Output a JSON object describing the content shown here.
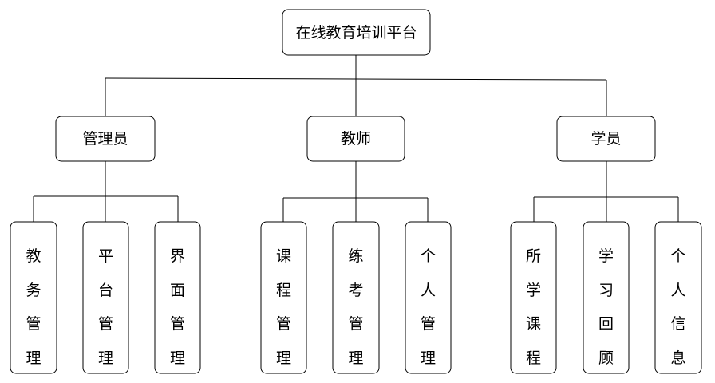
{
  "root": {
    "label": "在线教育培训平台"
  },
  "roles": [
    {
      "label": "管理员",
      "modules": [
        "教务管理",
        "平台管理",
        "界面管理"
      ]
    },
    {
      "label": "教师",
      "modules": [
        "课程管理",
        "练考管理",
        "个人管理"
      ]
    },
    {
      "label": "学员",
      "modules": [
        "所学课程",
        "学习回顾",
        "个人信息"
      ]
    }
  ]
}
